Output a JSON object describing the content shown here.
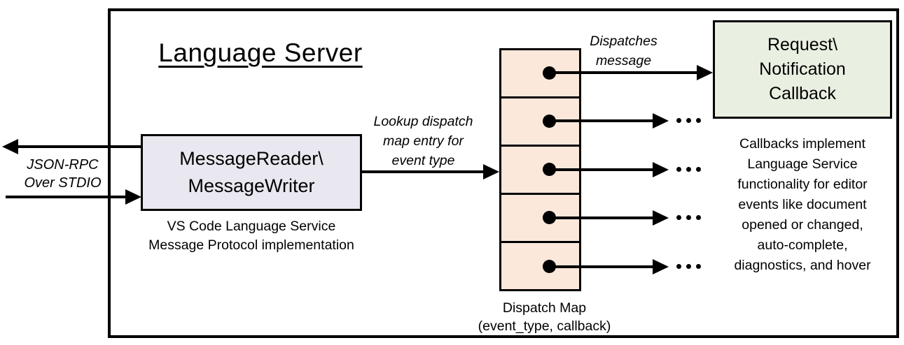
{
  "title": "Language Server",
  "colors": {
    "background": "#FFFFFF",
    "line": "#000000",
    "reader_fill": "#E9E7EF",
    "dispatch_fill": "#FBE8DB",
    "callback_fill": "#E9F0E1"
  },
  "stdio": {
    "label_lines": [
      "JSON-RPC",
      "Over STDIO"
    ]
  },
  "reader_box": {
    "lines": [
      "MessageReader\\",
      "MessageWriter"
    ],
    "caption_lines": [
      "VS Code Language Service",
      "Message Protocol implementation"
    ]
  },
  "lookup_label": {
    "lines": [
      "Lookup dispatch",
      "map entry for",
      "event type"
    ]
  },
  "dispatch_map": {
    "rows": 5,
    "caption_lines": [
      "Dispatch Map",
      "(event_type, callback)"
    ]
  },
  "dispatches_label": {
    "lines": [
      "Dispatches",
      "message"
    ]
  },
  "callback_box": {
    "lines": [
      "Request\\",
      "Notification",
      "Callback"
    ],
    "caption_lines": [
      "Callbacks implement",
      "Language Service",
      "functionality for editor",
      "events like document",
      "opened or changed,",
      "auto-complete,",
      "diagnostics, and hover"
    ]
  }
}
